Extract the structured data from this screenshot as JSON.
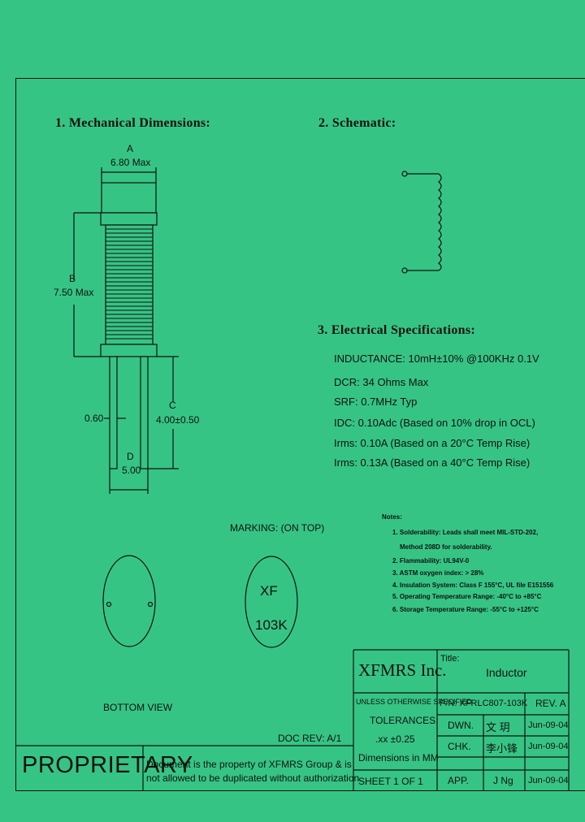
{
  "sections": {
    "mechanical": "1. Mechanical Dimensions:",
    "schematic": "2. Schematic:",
    "electrical": "3. Electrical Specifications:"
  },
  "dims": {
    "a_label": "A",
    "a_value": "6.80 Max",
    "b_label": "B",
    "b_value": "7.50 Max",
    "c_label": "C",
    "c_value": "4.00±0.50",
    "d_label": "D",
    "d_value": "5.00",
    "pin": "0.60"
  },
  "specs": [
    "INDUCTANCE: 10mH±10% @100KHz 0.1V",
    "DCR: 34 Ohms Max",
    "SRF: 0.7MHz Typ",
    "IDC: 0.10Adc (Based on 10% drop in OCL)",
    "Irms: 0.10A (Based on a 20°C Temp Rise)",
    "Irms: 0.13A (Based on a 40°C Temp Rise)"
  ],
  "notes": {
    "title": "Notes:",
    "items": [
      "1. Solderability: Leads shall meet MIL-STD-202,",
      "Method 208D for solderability.",
      "2. Flammability: UL94V-0",
      "3. ASTM oxygen index: > 28%",
      "4. Insulation System: Class F 155°C, UL file E151556",
      "5. Operating Temperature Range: -40°C to +85°C",
      "6. Storage Temperature Range: -55°C to +125°C"
    ]
  },
  "marking": {
    "label": "MARKING: (ON TOP)",
    "line1": "XF",
    "line2": "103K"
  },
  "bottom_view": "BOTTOM VIEW",
  "doc_rev": "DOC REV: A/1",
  "proprietary": {
    "label": "PROPRIETARY",
    "text1": "Document is the property of XFMRS Group & is",
    "text2": "not allowed to be duplicated without authorization."
  },
  "title_block": {
    "company": "XFMRS Inc.",
    "title_label": "Title:",
    "title": "Inductor",
    "unless": "UNLESS OTHERWISE SPECIFIED",
    "pn": "P/N: XFRLC807-103K",
    "rev": "REV. A",
    "tolerances": "TOLERANCES:",
    "tol_value": ".xx ±0.25",
    "dims_in": "Dimensions in MM",
    "sheet": "SHEET 1 OF 1",
    "rows": [
      {
        "role": "DWN.",
        "name": "文 玥",
        "date": "Jun-09-04"
      },
      {
        "role": "CHK.",
        "name": "李小锋",
        "date": "Jun-09-04"
      },
      {
        "role": "APP.",
        "name": "J Ng",
        "date": "Jun-09-04"
      }
    ]
  }
}
